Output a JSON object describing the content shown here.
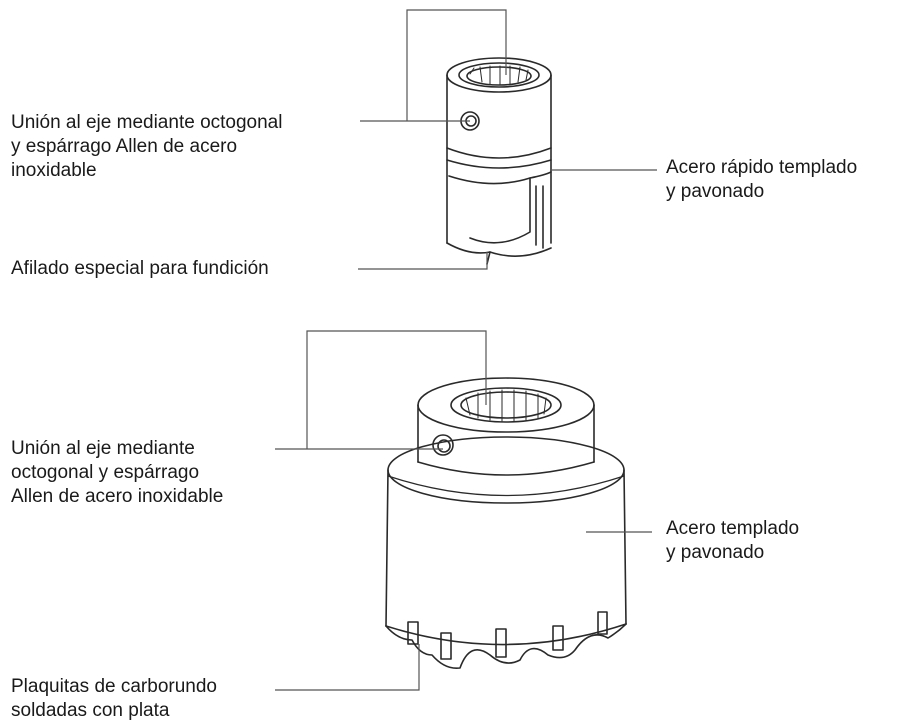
{
  "labels": {
    "top_shaft": "Unión al eje mediante octogonal\ny espárrago Allen de acero\ninoxidable",
    "top_material": "Acero rápido templado\ny pavonado",
    "top_sharpening": "Afilado especial para fundición",
    "bottom_shaft": "Unión al eje mediante\noctogonal y espárrago\nAllen de acero inoxidable",
    "bottom_material": "Acero templado\ny pavonado",
    "bottom_inserts": "Plaquitas de carborundo\nsoldadas con plata"
  }
}
